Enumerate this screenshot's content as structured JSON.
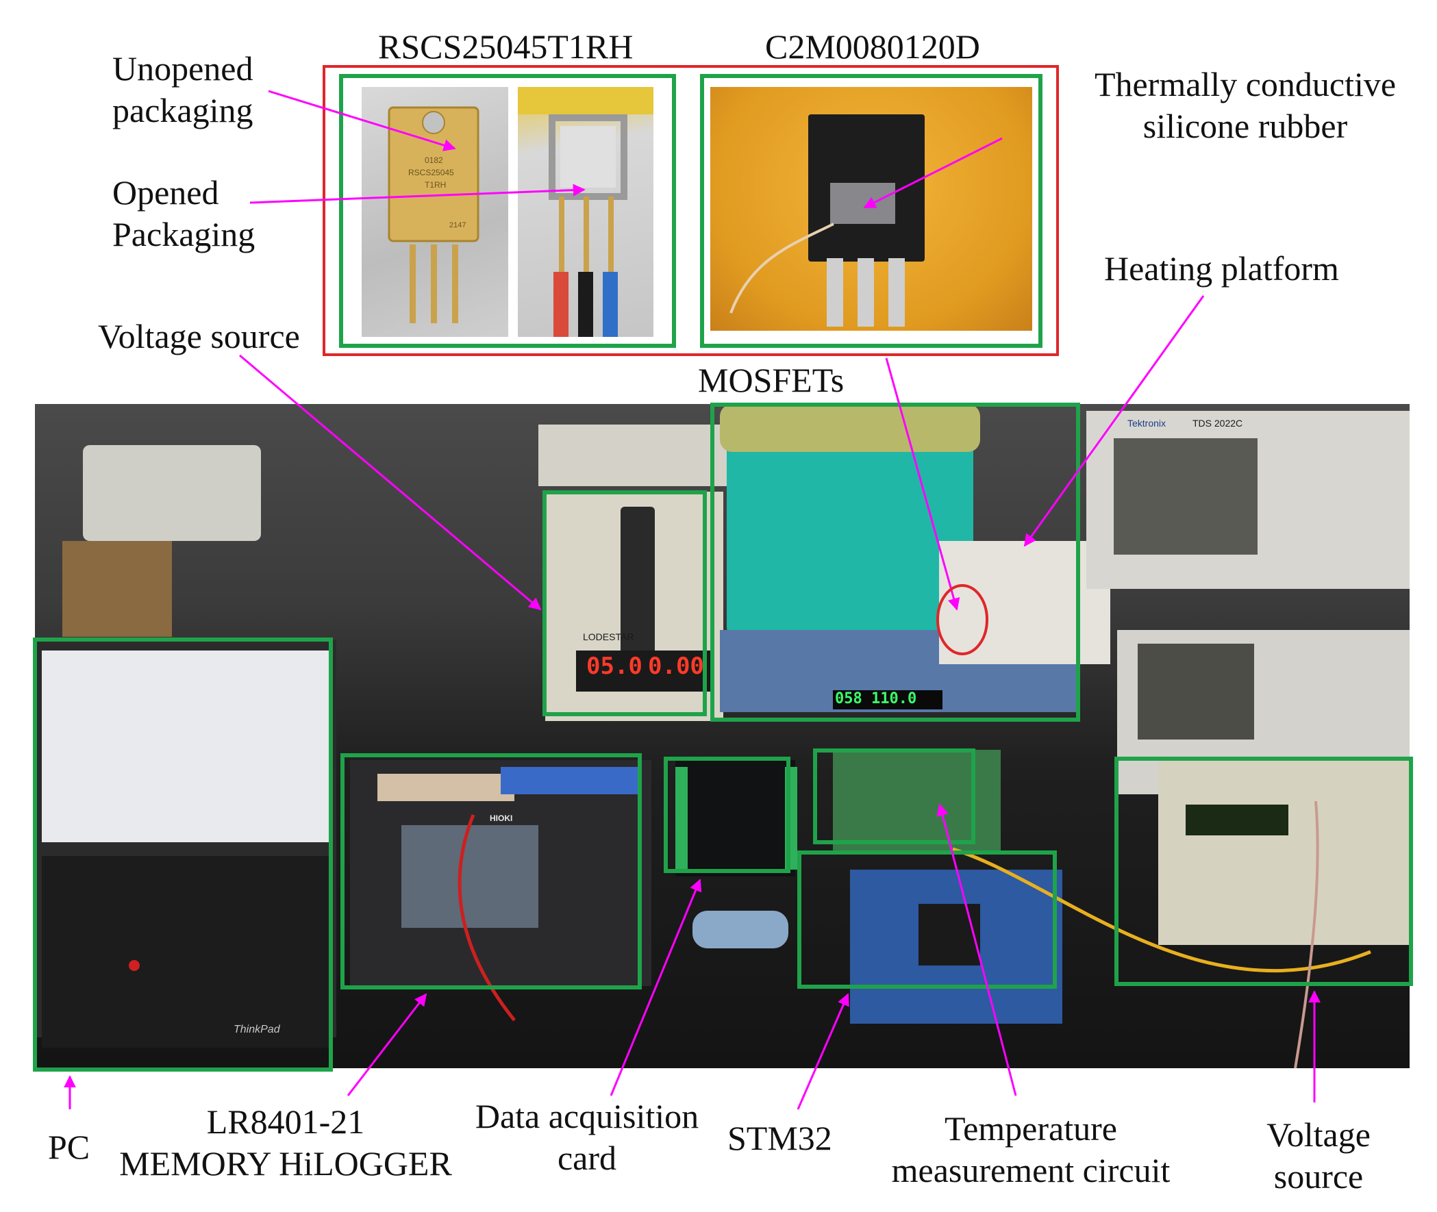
{
  "labels": {
    "part1": "RSCS25045T1RH",
    "part2": "C2M0080120D",
    "unopened_1": "Unopened",
    "unopened_2": "packaging",
    "opened_1": "Opened",
    "opened_2": "Packaging",
    "silicone_1": "Thermally conductive",
    "silicone_2": "silicone rubber",
    "heating": "Heating platform",
    "voltage_top": "Voltage source",
    "mosfets": "MOSFETs",
    "pc": "PC",
    "logger_1": "LR8401-21",
    "logger_2": "MEMORY HiLOGGER",
    "daq_1": "Data acquisition",
    "daq_2": "card",
    "stm32": "STM32",
    "temp_1": "Temperature",
    "temp_2": "measurement circuit",
    "voltage_br_1": "Voltage",
    "voltage_br_2": "source"
  },
  "device_text": {
    "chip_1": "0182",
    "chip_2": "RSCS25045",
    "chip_3": "T1RH",
    "chip_4": "2147",
    "psu_brand": "LODESTAR",
    "psu_v": "05.0",
    "psu_a": "0.00",
    "heater_disp": "058 110.0",
    "scope_brand": "Tektronix",
    "scope_model": "TDS 2022C",
    "laptop_brand": "ThinkPad",
    "logger_brand": "HIOKI"
  },
  "colors": {
    "box_green": "#1fa34a",
    "box_red": "#e0262a",
    "arrow_magenta": "#ff00ff"
  }
}
